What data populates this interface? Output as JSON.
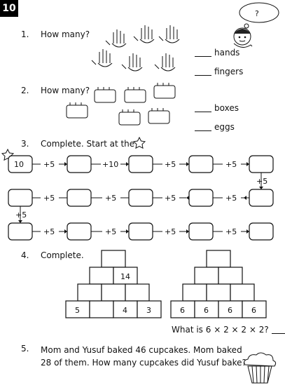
{
  "page_number": "10",
  "q1": {
    "number": "1.",
    "prompt": "How many?",
    "answer_hands": "hands",
    "answer_fingers": "fingers"
  },
  "q2": {
    "number": "2.",
    "prompt": "How many?",
    "answer_boxes": "boxes",
    "answer_eggs": "eggs"
  },
  "q3": {
    "number": "3.",
    "prompt": "Complete. Start at the",
    "row1": {
      "start": "10",
      "ops": [
        "+5",
        "+10",
        "+5",
        "+5"
      ]
    },
    "down1": "+5",
    "row2": {
      "ops": [
        "+5",
        "+5",
        "+5",
        "+5"
      ]
    },
    "down2": "+5",
    "row3": {
      "ops": [
        "+5",
        "+5",
        "+5",
        "+5"
      ]
    }
  },
  "q4": {
    "number": "4.",
    "prompt": "Complete.",
    "pyramid_left": {
      "row2": [
        "",
        "14"
      ],
      "bottom": [
        "5",
        "",
        "4",
        "3"
      ]
    },
    "pyramid_right": {
      "bottom": [
        "6",
        "6",
        "6",
        "6"
      ]
    },
    "question": "What is 6 × 2 × 2 × 2?"
  },
  "q5": {
    "number": "5.",
    "line1": "Mom and Yusuf baked 46 cupcakes. Mom baked",
    "line2": "28 of them. How many cupcakes did Yusuf bake?"
  }
}
